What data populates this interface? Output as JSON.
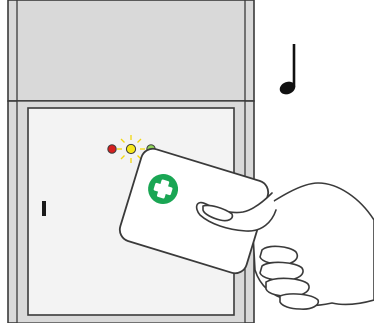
{
  "scene": {
    "subject": "card-reader",
    "indicator_lights": [
      {
        "name": "red",
        "color": "#d61f1f",
        "state": "off"
      },
      {
        "name": "yellow",
        "color": "#f6e71a",
        "state": "blinking"
      },
      {
        "name": "green",
        "color": "#8fd45a",
        "state": "off"
      }
    ],
    "card_badge_color": "#1aa654",
    "card_symbol": "plus-icon",
    "sound": "music-note-icon"
  }
}
